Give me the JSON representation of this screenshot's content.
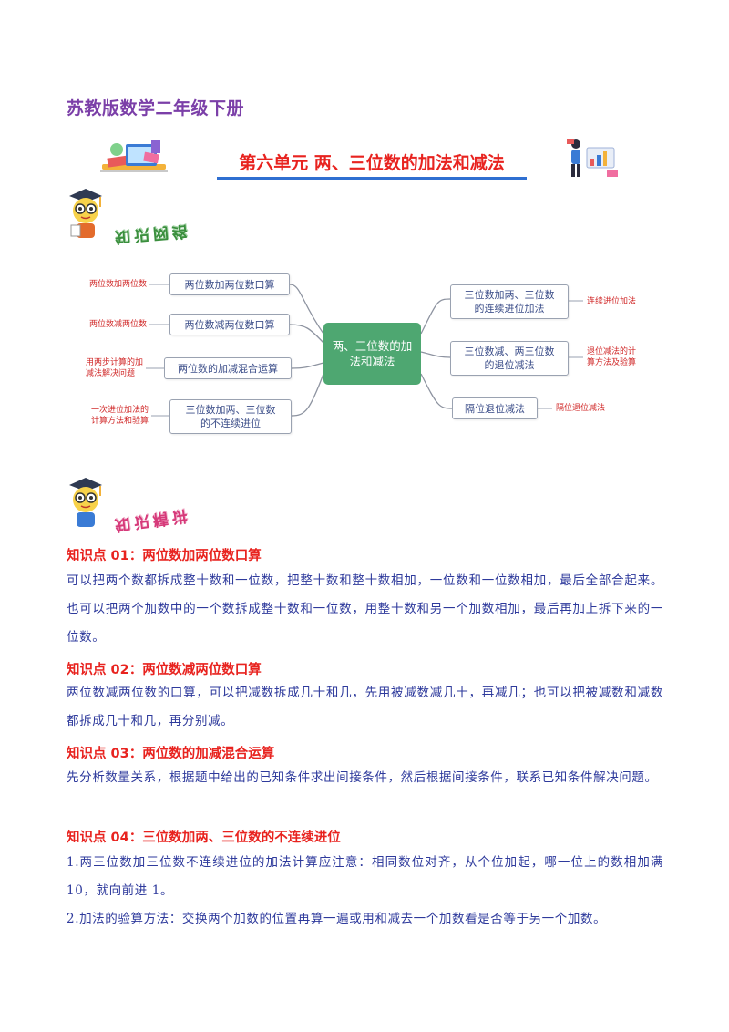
{
  "header": {
    "book_title": "苏教版数学二年级下册",
    "unit_title": "第六单元  两、三位数的加法和减法"
  },
  "sections": {
    "network_label": "知识网络",
    "points_label": "知识精讲"
  },
  "mindmap": {
    "center": "两、三位数的加法和减法",
    "left": [
      {
        "node": "两位数加两位数口算",
        "leaf": "两位数加两位数"
      },
      {
        "node": "两位数减两位数口算",
        "leaf": "两位数减两位数"
      },
      {
        "node": "两位数的加减混合运算",
        "leaf": "用两步计算的加\n减法解决问题"
      },
      {
        "node": "三位数加两、三位数\n的不连续进位",
        "leaf": "一次进位加法的\n计算方法和验算"
      }
    ],
    "right": [
      {
        "node": "三位数加两、三位数\n的连续进位加法",
        "leaf": "连续进位加法"
      },
      {
        "node": "三位数减、两三位数\n的退位减法",
        "leaf": "退位减法的计\n算方法及验算"
      },
      {
        "node": "隔位退位减法",
        "leaf": "隔位退位减法"
      }
    ]
  },
  "knowledge_points": [
    {
      "title": "知识点 01：两位数加两位数口算",
      "paragraphs": [
        "可以把两个数都拆成整十数和一位数，把整十数和整十数相加，一位数和一位数相加，最后全部合起来。也可以把两个加数中的一个数拆成整十数和一位数，用整十数和另一个加数相加，最后再加上拆下来的一位数。"
      ]
    },
    {
      "title": "知识点 02：两位数减两位数口算",
      "paragraphs": [
        "两位数减两位数的口算，可以把减数拆成几十和几，先用被减数减几十，再减几；也可以把被减数和减数都拆成几十和几，再分别减。"
      ]
    },
    {
      "title": "知识点 03：两位数的加减混合运算",
      "paragraphs": [
        "先分析数量关系，根据题中给出的已知条件求出间接条件，然后根据间接条件，联系已知条件解决问题。"
      ]
    },
    {
      "title": "知识点 04：三位数加两、三位数的不连续进位",
      "paragraphs": [
        "1.两三位数加三位数不连续进位的加法计算应注意：相同数位对齐，从个位加起，哪一位上的数相加满 10，就向前进 1。",
        "2.加法的验算方法：交换两个加数的位置再算一遍或用和减去一个加数看是否等于另一个加数。"
      ]
    }
  ],
  "colors": {
    "title_purple": "#7b3fa8",
    "heading_red": "#e8231f",
    "body_blue": "#2e3a9c",
    "mindmap_green": "#4ea771"
  }
}
